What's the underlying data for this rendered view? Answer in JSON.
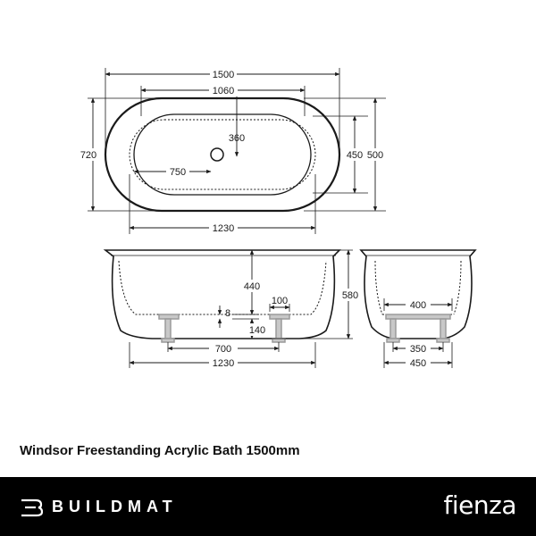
{
  "product": {
    "title": "Windsor Freestanding Acrylic Bath 1500mm"
  },
  "dimensions": {
    "overall_length": "1500",
    "inner_length": "1060",
    "waste_offset": "360",
    "overall_width": "720",
    "inner_width": "450",
    "outer_width": "500",
    "waste_position": "750",
    "base_length": "1230",
    "depth": "440",
    "height": "580",
    "foot_width": "100",
    "clearance": "8",
    "foot_height": "140",
    "foot_spacing": "700",
    "side_base_length": "1230",
    "end_inner_width": "400",
    "end_foot_spacing": "350",
    "end_base_width": "450"
  },
  "footer": {
    "brand_left": "BUILDMAT",
    "brand_right": "fienza"
  },
  "colors": {
    "line": "#1a1a1a",
    "footer_bg": "#000000",
    "footer_text": "#ffffff",
    "foot": "#9a9a9a"
  }
}
